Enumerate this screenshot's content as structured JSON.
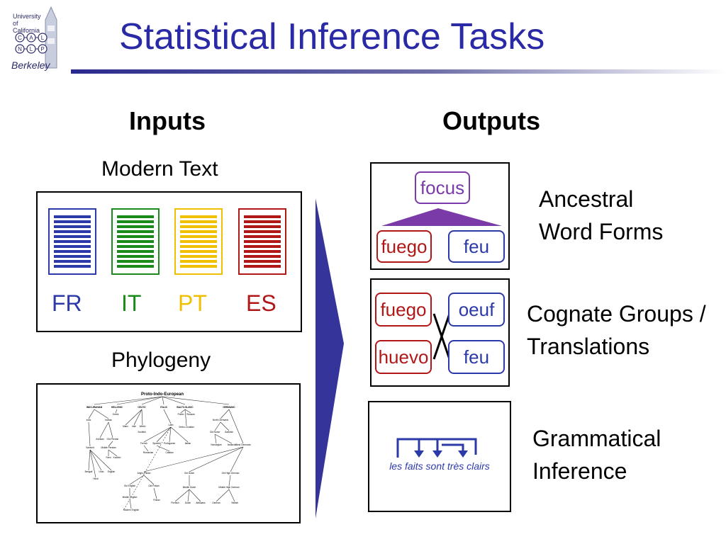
{
  "logo": {
    "university": "University of California",
    "letters": [
      "C",
      "A",
      "L",
      "N",
      "L",
      "P"
    ],
    "campus": "Berkeley"
  },
  "title": "Statistical Inference Tasks",
  "inputs": {
    "heading": "Inputs",
    "modern_text": {
      "label": "Modern Text",
      "languages": [
        {
          "code": "FR",
          "color": "#2b3aa8"
        },
        {
          "code": "IT",
          "color": "#1a8a1a"
        },
        {
          "code": "PT",
          "color": "#f0c000"
        },
        {
          "code": "ES",
          "color": "#b01818"
        }
      ]
    },
    "phylogeny": {
      "label": "Phylogeny",
      "tree": {
        "root": "Proto-Indo-European",
        "branches": [
          "INDO-IRANIAN",
          "HELLENIC",
          "CELTIC",
          "ITALIC",
          "BALTO-SLAVIC",
          "GERMANIC"
        ],
        "nodes": [
          "Indic",
          "Iranian",
          "Greek",
          "Manx",
          "Irish",
          "Welsh",
          "Scottish",
          "Latin",
          "Polish",
          "Russian",
          "Serbo-Croatian",
          "North Germanic",
          "Old Norse",
          "Swedish",
          "Norwegian",
          "Icelandic",
          "West Germanic",
          "Avestan",
          "Old Persian",
          "Middle Persian",
          "Farsi",
          "Kurdish",
          "Sanskrit",
          "Bengali",
          "Urdu",
          "English",
          "Hindi",
          "French",
          "Spanish",
          "Portuguese",
          "Italian",
          "Romanian",
          "Catalan",
          "Anglo-Frisian",
          "Old Dutch",
          "Old High German",
          "Old English",
          "Old Frisian",
          "Middle English",
          "Frisian",
          "Middle Dutch",
          "Middle High German",
          "Flemish",
          "Dutch",
          "Afrikaans",
          "German",
          "Yiddish",
          "Modern English"
        ]
      }
    }
  },
  "outputs": {
    "heading": "Outputs",
    "ancestral": {
      "top": "focus",
      "left": "fuego",
      "right": "feu",
      "label_line1": "Ancestral",
      "label_line2": "Word Forms"
    },
    "cognates": {
      "top_left": "fuego",
      "bottom_left": "huevo",
      "top_right": "oeuf",
      "bottom_right": "feu",
      "label_line1": "Cognate Groups /",
      "label_line2": "Translations"
    },
    "grammar": {
      "sentence": "les faits sont très clairs",
      "label_line1": "Grammatical",
      "label_line2": "Inference"
    }
  },
  "colors": {
    "title": "#2a2aa6",
    "arrow": "#34349a",
    "ancestor": "#7a3aa8",
    "spanish": "#b01818",
    "french": "#2b3aa8"
  }
}
